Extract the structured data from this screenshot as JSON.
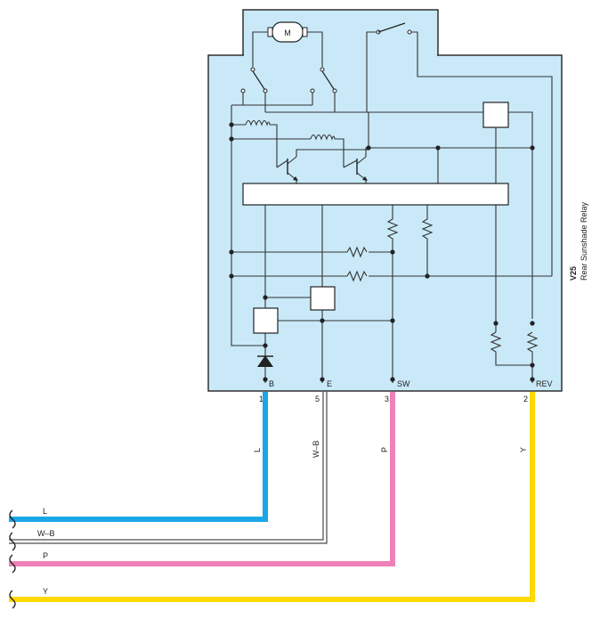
{
  "relay": {
    "code": "V25",
    "name": "Rear Sunshade Relay",
    "motor_label": "M"
  },
  "terminals": [
    {
      "name": "B",
      "pin": "1"
    },
    {
      "name": "E",
      "pin": "5"
    },
    {
      "name": "SW",
      "pin": "3"
    },
    {
      "name": "REV",
      "pin": "2"
    }
  ],
  "wires": [
    {
      "color_code": "L",
      "vertical_label": "L",
      "color": "#1aa7e8"
    },
    {
      "color_code": "W–B",
      "vertical_label": "W–B",
      "color": "#ffffff"
    },
    {
      "color_code": "P",
      "vertical_label": "P",
      "color": "#ee82b8"
    },
    {
      "color_code": "Y",
      "vertical_label": "Y",
      "color": "#ffd800"
    }
  ],
  "colors": {
    "box_fill": "#c9e9f8",
    "outline": "#222222"
  }
}
